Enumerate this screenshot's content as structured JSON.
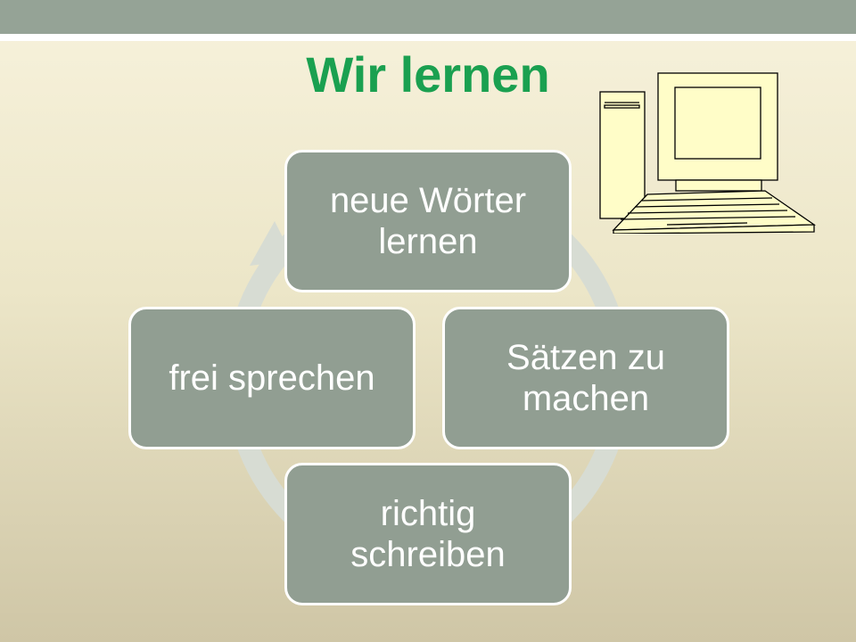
{
  "title": "Wir lernen",
  "cycle": {
    "steps": [
      {
        "label": "neue Wörter lernen"
      },
      {
        "label": "Sätzen zu machen"
      },
      {
        "label": "richtig schreiben"
      },
      {
        "label": "frei sprechen"
      }
    ]
  },
  "colors": {
    "title": "#1aa050",
    "box_fill": "#919e92",
    "box_border": "#ffffff",
    "arrow_ring": "#d7dcd3",
    "header_band": "#95a396"
  },
  "clipart": {
    "icon": "computer-icon"
  }
}
